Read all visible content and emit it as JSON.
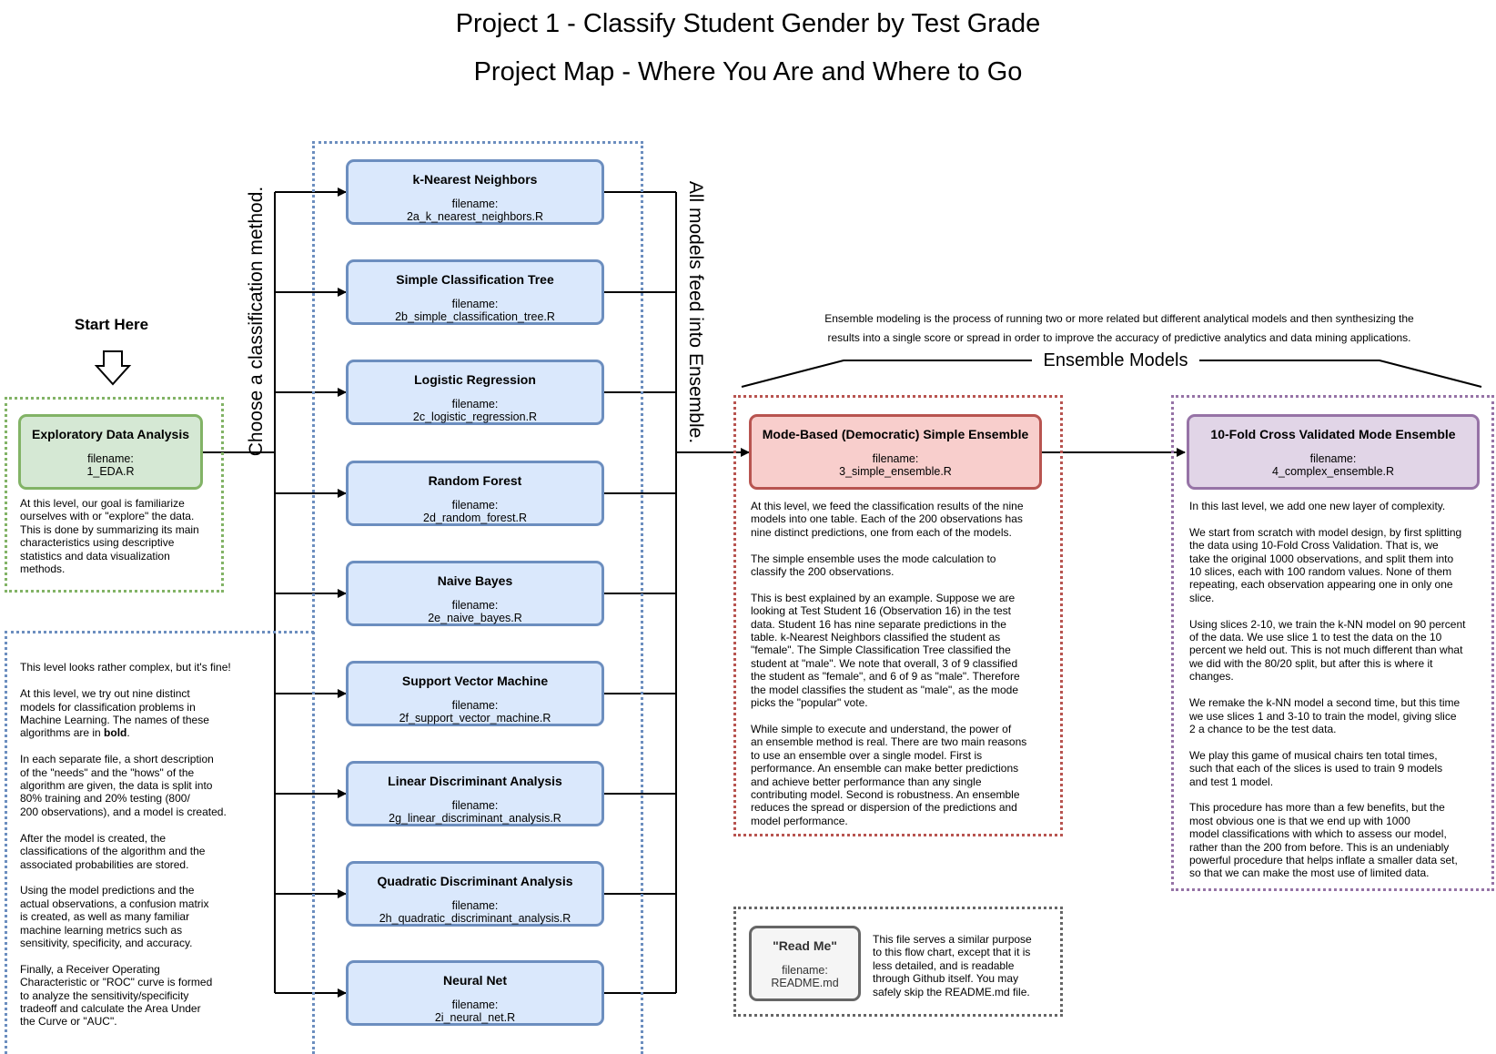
{
  "titles": {
    "main": "Project 1 - Classify Student Gender by Test Grade",
    "sub": "Project Map - Where You Are and Where to Go"
  },
  "start_here": "Start Here",
  "choose_label": "Choose a classification method.",
  "feed_label": "All models feed into Ensemble.",
  "ensemble_brace_label": "Ensemble Models",
  "ensemble_definition": "Ensemble modeling is the process of running two or more related but different analytical models and then synthesizing the\nresults into a single score or spread in order to improve the accuracy of predictive analytics and data mining applications.",
  "filename_label": "filename:",
  "eda": {
    "title": "Exploratory Data Analysis",
    "file": "1_EDA.R",
    "desc": "At this level, our goal is familiarize\nourselves with or  \"explore\" the data.\nThis is done by summarizing its main\ncharacteristics using descriptive\nstatistics and data visualization\nmethods."
  },
  "models": [
    {
      "title": "k-Nearest Neighbors",
      "file": "2a_k_nearest_neighbors.R"
    },
    {
      "title": "Simple Classification Tree",
      "file": "2b_simple_classification_tree.R"
    },
    {
      "title": "Logistic Regression",
      "file": "2c_logistic_regression.R"
    },
    {
      "title": "Random Forest",
      "file": "2d_random_forest.R"
    },
    {
      "title": "Naive Bayes",
      "file": "2e_naive_bayes.R"
    },
    {
      "title": "Support Vector Machine",
      "file": "2f_support_vector_machine.R"
    },
    {
      "title": "Linear Discriminant Analysis",
      "file": "2g_linear_discriminant_analysis.R"
    },
    {
      "title": "Quadratic Discriminant Analysis",
      "file": "2h_quadratic_discriminant_analysis.R"
    },
    {
      "title": "Neural Net",
      "file": "2i_neural_net.R"
    }
  ],
  "models_desc": {
    "p1": "This level looks rather complex, but it's fine!",
    "p2a": "At this level, we try out nine distinct\nmodels for classification problems in\nMachine Learning. The names of these\nalgorithms are in ",
    "p2_bold": "bold",
    "p2b": ".",
    "p3": "In each separate file, a short description\nof the \"needs\" and the \"hows\" of the\nalgorithm are given, the data is split into\n80% training and 20% testing (800/\n200 observations), and a model is created.",
    "p4": "After the model is created, the\nclassifications of the algorithm and the\nassociated probabilities are stored.",
    "p5": "Using the model predictions and the\nactual observations, a confusion matrix\nis created, as well as many familiar\nmachine learning metrics such as\nsensitivity, specificity, and accuracy.",
    "p6": "Finally, a Receiver Operating\nCharacteristic or \"ROC\" curve is formed\nto analyze the sensitivity/specificity\ntradeoff and calculate the Area Under\nthe Curve or \"AUC\"."
  },
  "simple_ensemble": {
    "title": "Mode-Based (Democratic) Simple Ensemble",
    "file": "3_simple_ensemble.R",
    "desc": "At this level, we feed the classification results of the nine\nmodels into one table. Each of the 200 observations has\nnine distinct predictions, one from each of the models.\n\nThe simple ensemble uses the mode calculation to\nclassify the 200 observations.\n\nThis is best explained by an example. Suppose we are\nlooking at Test Student 16 (Observation 16) in the test\ndata. Student 16 has nine separate predictions in the\ntable. k-Nearest Neighbors classified the student as\n\"female\". The Simple Classification Tree classified the\nstudent at \"male\". We note that overall, 3 of 9 classified\nthe student as \"female\", and 6 of 9 as \"male\". Therefore\nthe model classifies the student as \"male\", as the mode\npicks the \"popular\" vote.\n\nWhile simple to execute and understand, the power of\nan ensemble method is real. There are two main reasons\nto use an ensemble over a single model. First is\nperformance. An ensemble can make better predictions\nand achieve better performance than any single\ncontributing model. Second is robustness. An ensemble\nreduces the spread or dispersion of the predictions and\nmodel performance."
  },
  "complex_ensemble": {
    "title": "10-Fold Cross Validated Mode Ensemble",
    "file": "4_complex_ensemble.R",
    "desc": "In this last level, we add one new layer of complexity.\n\nWe start from scratch with model design, by first splitting\nthe data using 10-Fold Cross Validation. That is, we\ntake the original 1000 observations, and split them into\n10 slices, each with 100 random values. None of them\nrepeating, each observation appearing one in only one\nslice.\n\nUsing slices 2-10, we train the k-NN model on 90 percent\nof the data. We use slice 1 to test the data on the 10\npercent we held out. This is not much different than what\nwe did with the 80/20 split, but after this is where it\nchanges.\n\nWe remake the k-NN model a second time, but this time\nwe use slices 1 and 3-10 to train the model, giving slice\n2 a chance to be the test data.\n\nWe play this game of musical chairs ten total times,\nsuch that each of the slices is used to train 9 models\nand test 1 model.\n\nThis procedure has more than a few benefits, but the\nmost obvious one is that we end up with 1000\nmodel classifications with which to assess our model,\nrather than the 200 from before. This is an undeniably\npowerful procedure that helps inflate a smaller data set,\nso that we can make the most use of limited data."
  },
  "readme": {
    "title": "\"Read Me\"",
    "file": "README.md",
    "desc": "This file serves a similar purpose\nto this flow chart, except that it is\nless detailed, and is readable\nthrough Github itself. You may\nsafely skip the README.md file."
  },
  "colors": {
    "eda_fill": "#d5e8d4",
    "eda_stroke": "#82b366",
    "model_fill": "#dae8fc",
    "model_stroke": "#6c8ebf",
    "simple_fill": "#f8cecc",
    "simple_stroke": "#b85450",
    "complex_fill": "#e1d5e7",
    "complex_stroke": "#9673a6",
    "readme_fill": "#f5f5f5",
    "readme_stroke": "#666666"
  }
}
